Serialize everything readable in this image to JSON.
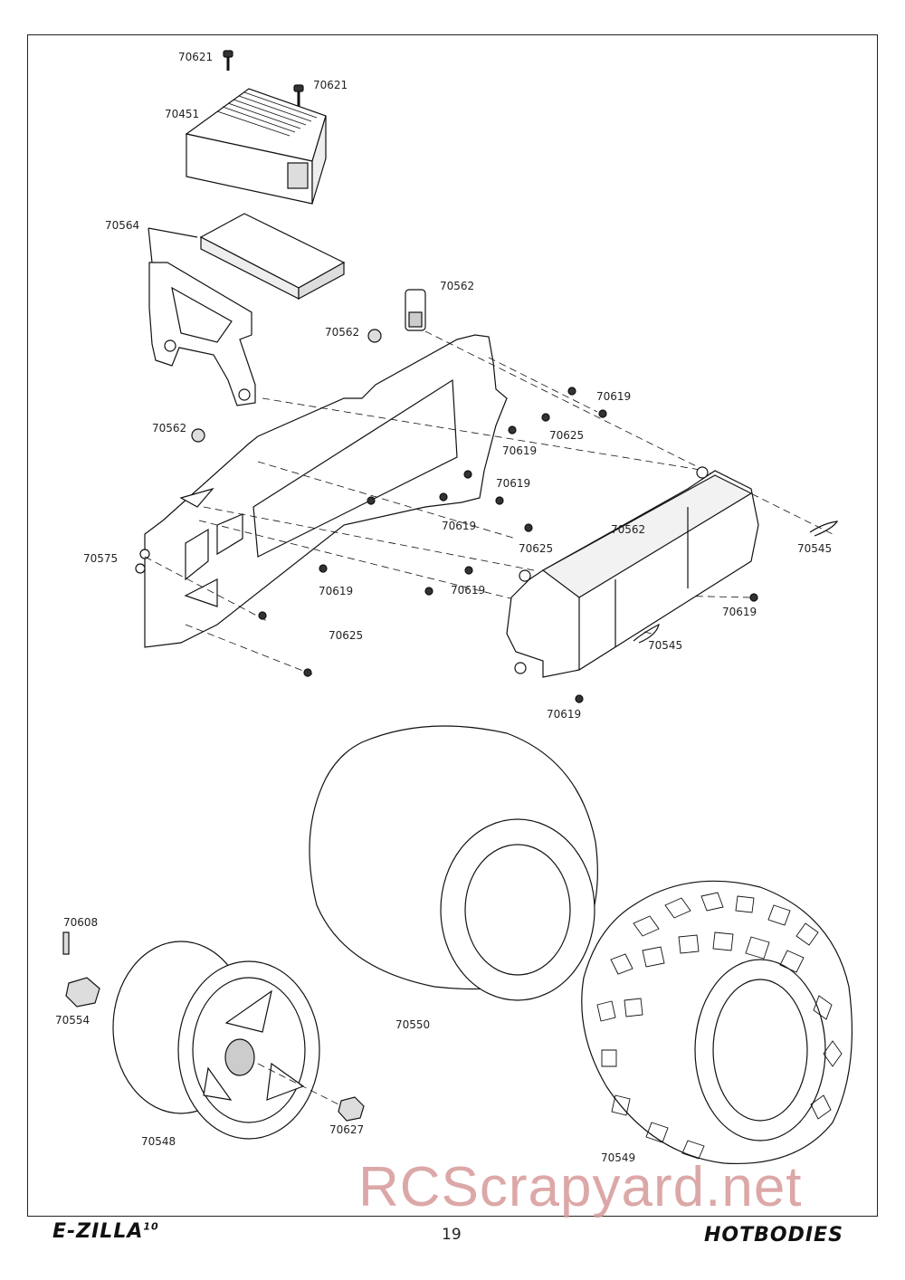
{
  "page_number": "19",
  "watermark": "RCScrapyard.net",
  "logos": {
    "left": "E-ZILLA",
    "left_suffix": "10",
    "right": "HOTBODIES"
  },
  "part_labels": [
    "70621",
    "70621",
    "70451",
    "70564",
    "70562",
    "70562",
    "70619",
    "70562",
    "70625",
    "70619",
    "70619",
    "70619",
    "70625",
    "70562",
    "70545",
    "70575",
    "70619",
    "70619",
    "70625",
    "70619",
    "70545",
    "70619",
    "70608",
    "70550",
    "70554",
    "70627",
    "70548",
    "70549"
  ]
}
